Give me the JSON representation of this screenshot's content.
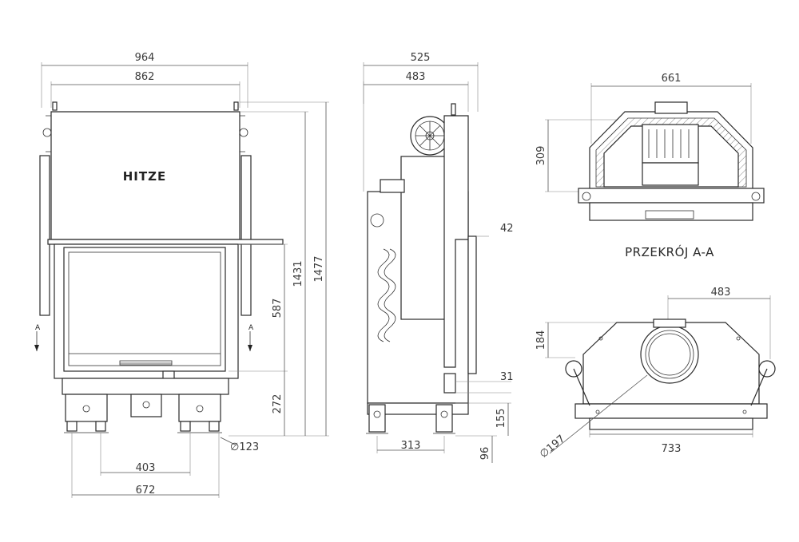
{
  "front_view": {
    "logo": "HITZE",
    "section_mark": "A",
    "dims": {
      "overall_width": "964",
      "body_width": "862",
      "overall_height": "1477",
      "body_height": "1431",
      "door_height": "587",
      "base_height": "272",
      "flue_diameter": "∅123",
      "leg_spacing": "403",
      "base_width": "672"
    }
  },
  "side_view": {
    "dims": {
      "overall_depth": "525",
      "body_depth": "483",
      "door_offset": "42",
      "bottom_step": "31",
      "leg_height": "155",
      "foot_height": "96",
      "leg_depth": "313"
    }
  },
  "section_view": {
    "caption": "PRZEKRÓJ A-A",
    "dims": {
      "width": "661",
      "height": "309"
    }
  },
  "top_view": {
    "dims": {
      "depth": "483",
      "offset": "184",
      "flue_diameter": "∅197",
      "width": "733"
    }
  }
}
